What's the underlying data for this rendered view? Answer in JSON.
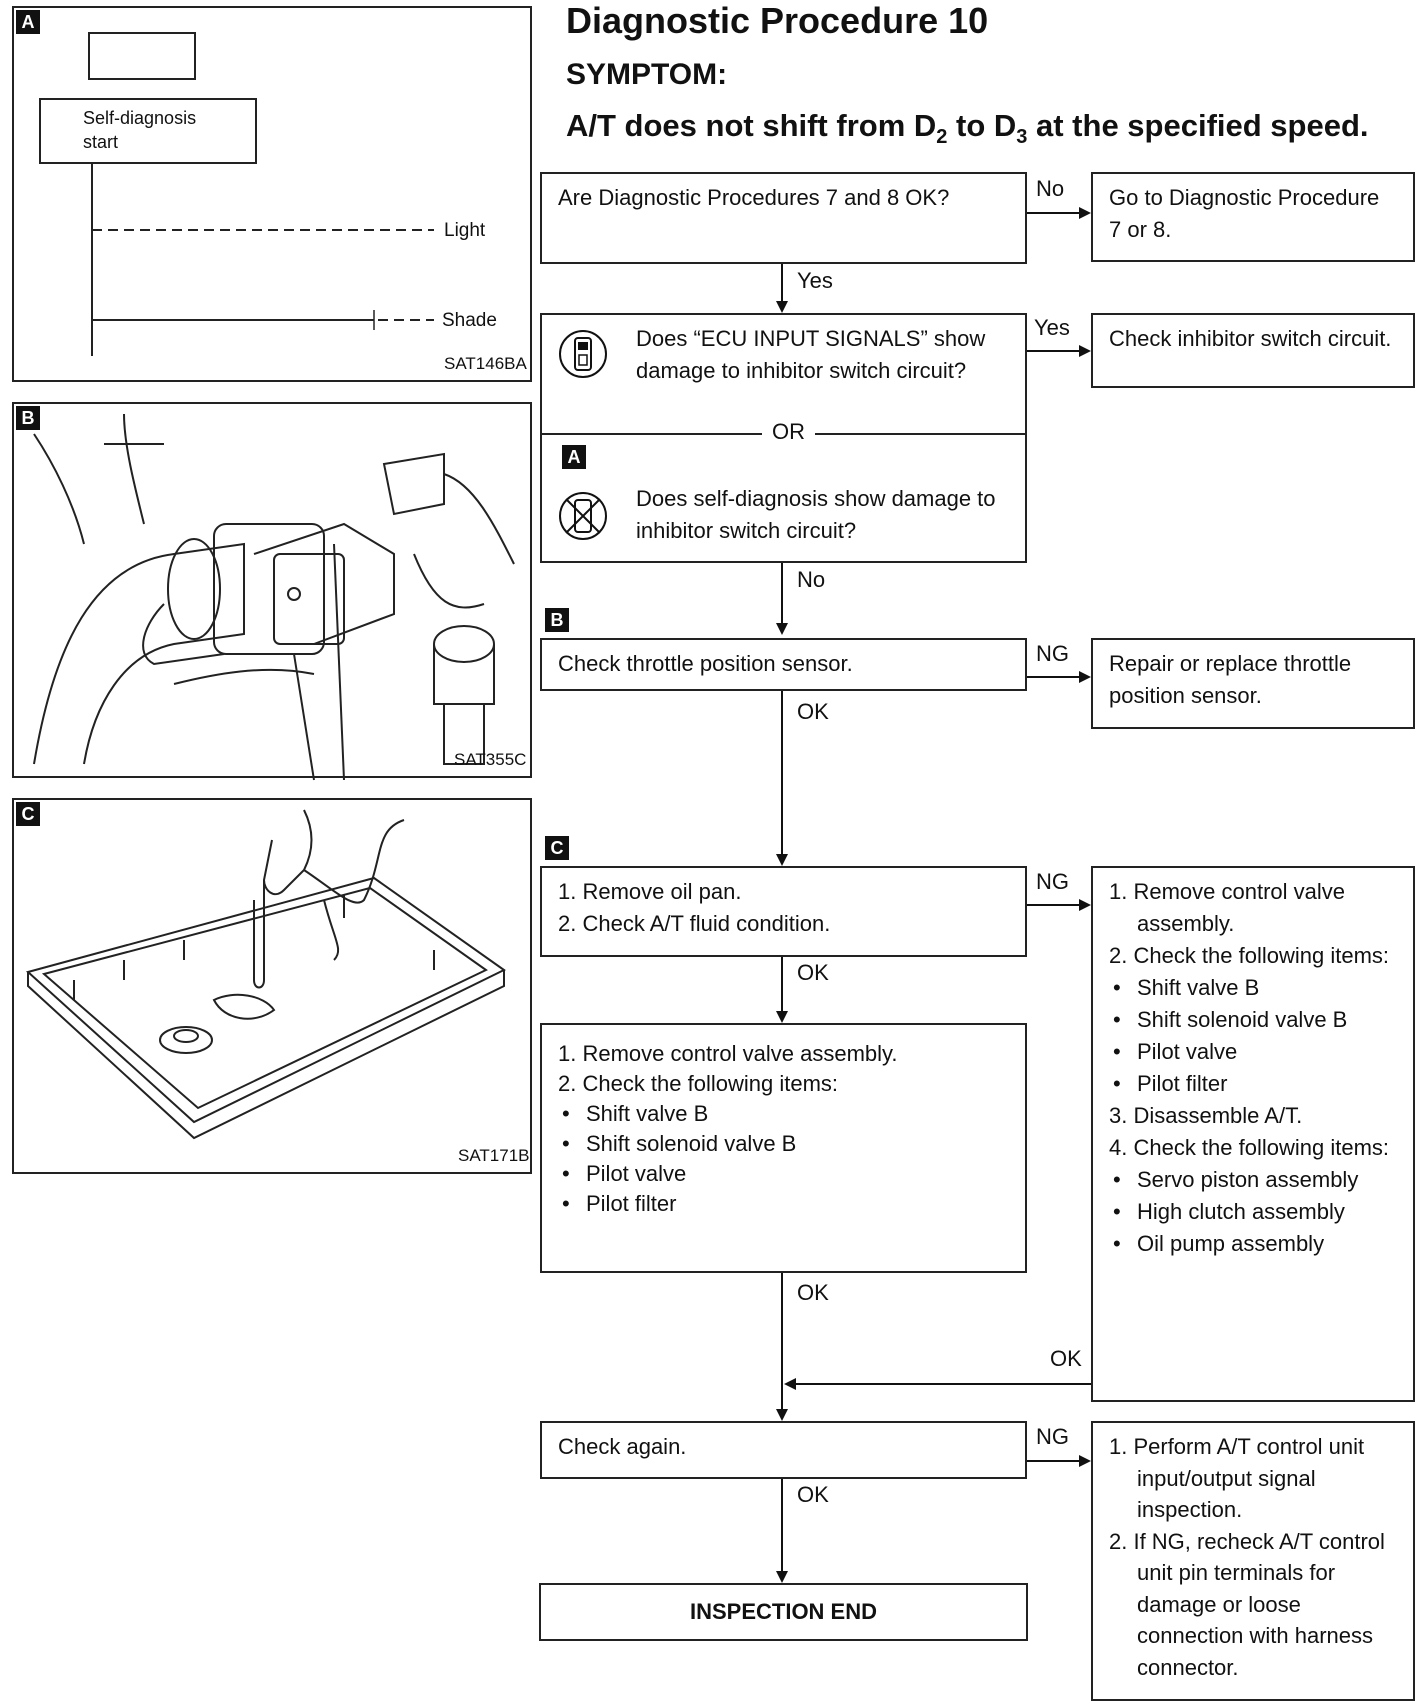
{
  "title": "Diagnostic Procedure 10",
  "symptom_label": "SYMPTOM:",
  "symptom_parts": {
    "a": "A/T does not shift from D",
    "sub1": "2",
    "b": " to D",
    "sub2": "3",
    "c": " at the specified speed."
  },
  "panels": {
    "a": {
      "tag": "A",
      "self_diag_start": "Self-diagnosis start",
      "light": "Light",
      "shade": "Shade",
      "code": "SAT146BA"
    },
    "b": {
      "tag": "B",
      "code": "SAT355C"
    },
    "c": {
      "tag": "C",
      "code": "SAT171B"
    }
  },
  "flow": {
    "q1": "Are Diagnostic Procedures 7 and 8 OK?",
    "q1_no_label": "No",
    "q1_no_action": "Go to Diagnostic Procedure 7 or 8.",
    "q1_yes_label": "Yes",
    "q2a": "Does “ECU INPUT SIGNALS” show damage to inhibitor switch circuit?",
    "q2_or": "OR",
    "q2_tag": "A",
    "q2b": "Does self-diagnosis show damage to inhibitor switch circuit?",
    "q2_yes_label": "Yes",
    "q2_yes_action": "Check inhibitor switch circuit.",
    "q2_no_label": "No",
    "step_b_tag": "B",
    "step_b": "Check throttle position sensor.",
    "step_b_ng_label": "NG",
    "step_b_ng_action": "Repair or replace throttle position sensor.",
    "step_b_ok_label": "OK",
    "step_c_tag": "C",
    "step_c_items": [
      "1. Remove oil pan.",
      "2. Check A/T fluid condition."
    ],
    "step_c_ng_label": "NG",
    "step_c_ng_items": [
      "1. Remove control valve assembly.",
      "2. Check the following items:"
    ],
    "step_c_ng_bullets1": [
      "Shift valve B",
      "Shift solenoid valve B",
      "Pilot valve",
      "Pilot filter"
    ],
    "step_c_ng_items2": [
      "3. Disassemble A/T.",
      "4. Check the following items:"
    ],
    "step_c_ng_bullets2": [
      "Servo piston assembly",
      "High clutch assembly",
      "Oil pump assembly"
    ],
    "step_c_ok_label": "OK",
    "step_d_items": [
      "1. Remove control valve assembly.",
      "2. Check the following items:"
    ],
    "step_d_bullets": [
      "Shift valve B",
      "Shift solenoid valve B",
      "Pilot valve",
      "Pilot filter"
    ],
    "step_d_ok_label": "OK",
    "merge_ok_label": "OK",
    "check_again": "Check again.",
    "check_again_ng_label": "NG",
    "check_again_ng_items": [
      "1. Perform A/T control unit input/output signal inspection.",
      "2. If NG, recheck A/T control unit pin terminals for damage or loose connection with harness connector."
    ],
    "check_again_ok_label": "OK",
    "end": "INSPECTION END"
  }
}
